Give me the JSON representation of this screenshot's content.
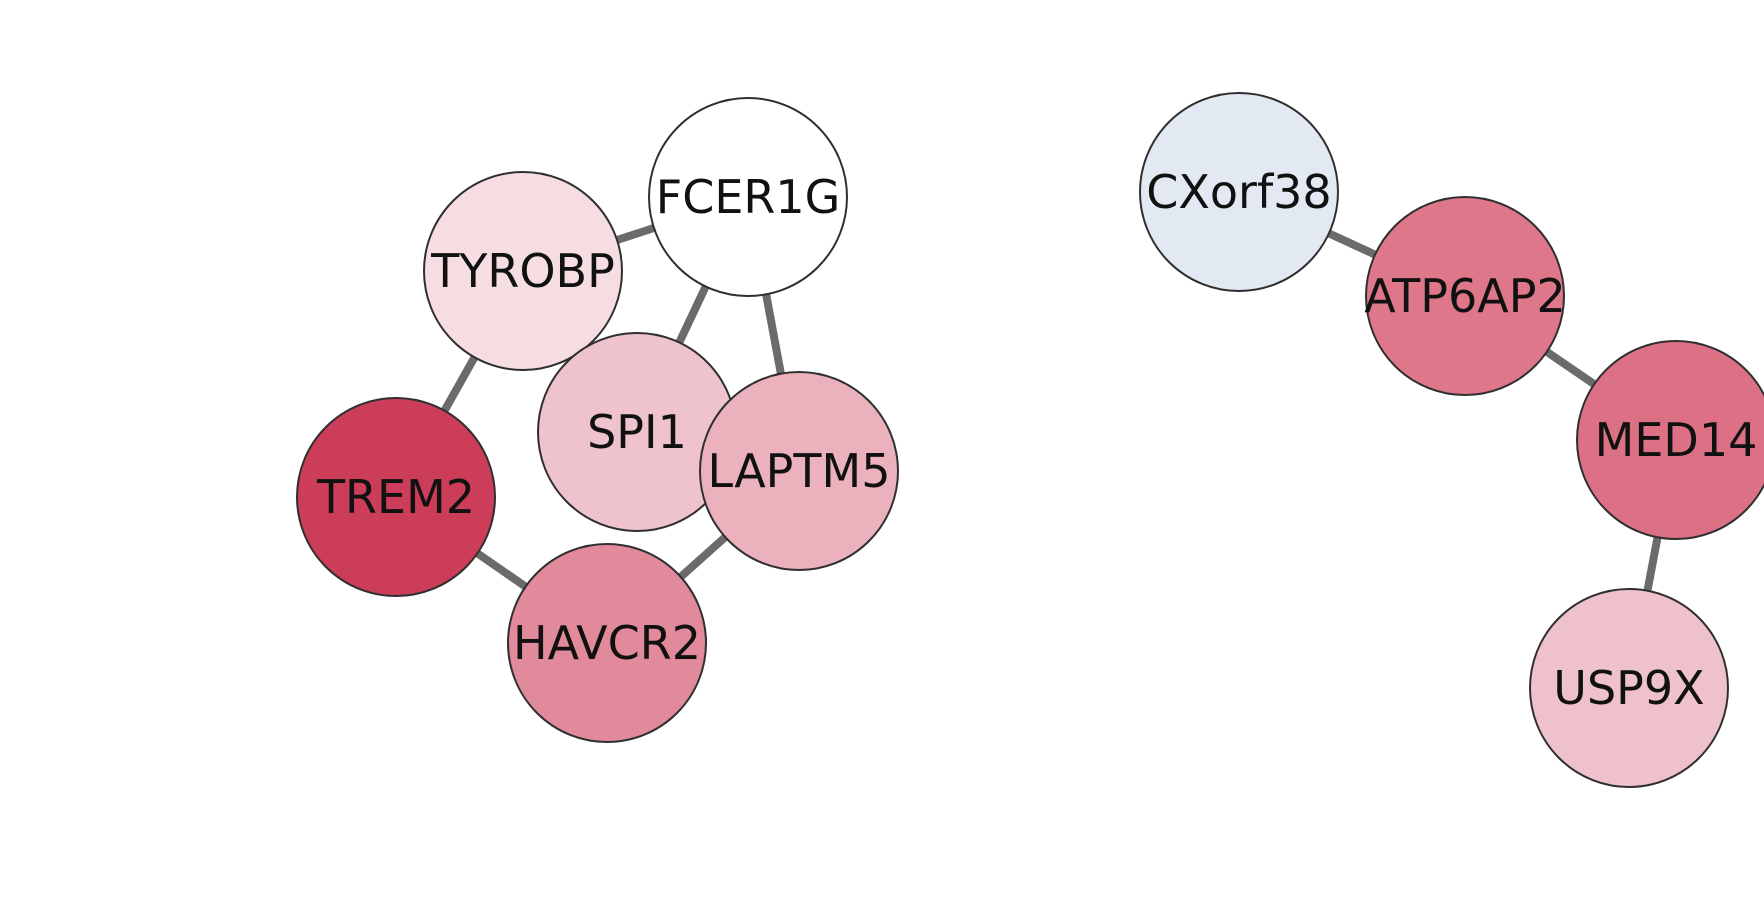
{
  "nodes": [
    {
      "id": "FCER1G",
      "label": "FCER1G",
      "color": "#ffffff"
    },
    {
      "id": "TYROBP",
      "label": "TYROBP",
      "color": "#f5dde2"
    },
    {
      "id": "SPI1",
      "label": "SPI1",
      "color": "#efc3cd"
    },
    {
      "id": "LAPTM5",
      "label": "LAPTM5",
      "color": "#ebb2be"
    },
    {
      "id": "TREM2",
      "label": "TREM2",
      "color": "#cc3d59"
    },
    {
      "id": "HAVCR2",
      "label": "HAVCR2",
      "color": "#e18a9b"
    },
    {
      "id": "CXorf38",
      "label": "CXorf38",
      "color": "#e2e9f2"
    },
    {
      "id": "ATP6AP2",
      "label": "ATP6AP2",
      "color": "#dd7789"
    },
    {
      "id": "MED14",
      "label": "MED14",
      "color": "#dc7186"
    },
    {
      "id": "USP9X",
      "label": "USP9X",
      "color": "#efc2cb"
    }
  ],
  "edges": [
    {
      "source": "TYROBP",
      "target": "FCER1G"
    },
    {
      "source": "TYROBP",
      "target": "SPI1"
    },
    {
      "source": "TYROBP",
      "target": "TREM2"
    },
    {
      "source": "FCER1G",
      "target": "SPI1"
    },
    {
      "source": "FCER1G",
      "target": "LAPTM5"
    },
    {
      "source": "TREM2",
      "target": "HAVCR2"
    },
    {
      "source": "HAVCR2",
      "target": "LAPTM5"
    },
    {
      "source": "CXorf38",
      "target": "ATP6AP2"
    },
    {
      "source": "ATP6AP2",
      "target": "MED14"
    },
    {
      "source": "MED14",
      "target": "USP9X"
    }
  ]
}
